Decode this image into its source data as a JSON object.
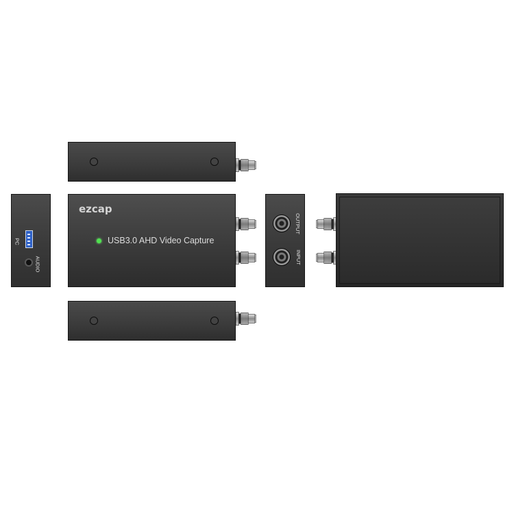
{
  "device": {
    "brand": "ezcap",
    "product_name": "USB3.0 AHD Video Capture",
    "led_color": "#4fe24f"
  },
  "ports": {
    "pc_label": "PC",
    "audio_label": "AUDIO",
    "output_label": "OUTPUT",
    "input_label": "INPUT"
  },
  "colors": {
    "body": "#3d3d3d",
    "usb_port": "#2f62c8"
  }
}
